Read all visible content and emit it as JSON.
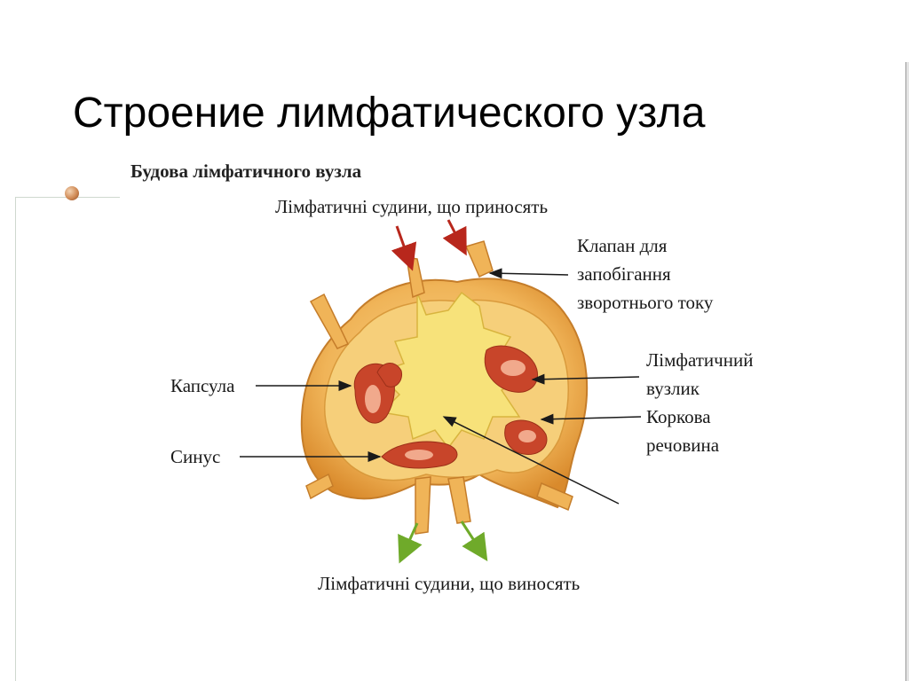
{
  "slide": {
    "title": "Строение лимфатического узла"
  },
  "diagram": {
    "heading": "Будова лімфатичного вузла",
    "labels": {
      "afferent_vessels": "Лімфатичні судини, що приносять",
      "valve_line1": "Клапан для",
      "valve_line2": "запобігання",
      "valve_line3": "зворотнього току",
      "lymph_nodule_line1": "Лімфатичний",
      "lymph_nodule_line2": "вузлик",
      "cortex_line1": "Коркова",
      "cortex_line2": "речовина",
      "capsule": "Капсула",
      "sinus": "Синус",
      "efferent_vessels": "Лімфатичні судини, що виносять"
    },
    "colors": {
      "capsule_orange": "#e8a64a",
      "capsule_light": "#f6cf7a",
      "medulla_yellow": "#f7e27a",
      "nodule_red": "#c8452a",
      "afferent_arrow": "#b8271c",
      "efferent_arrow": "#6faa2a"
    }
  }
}
